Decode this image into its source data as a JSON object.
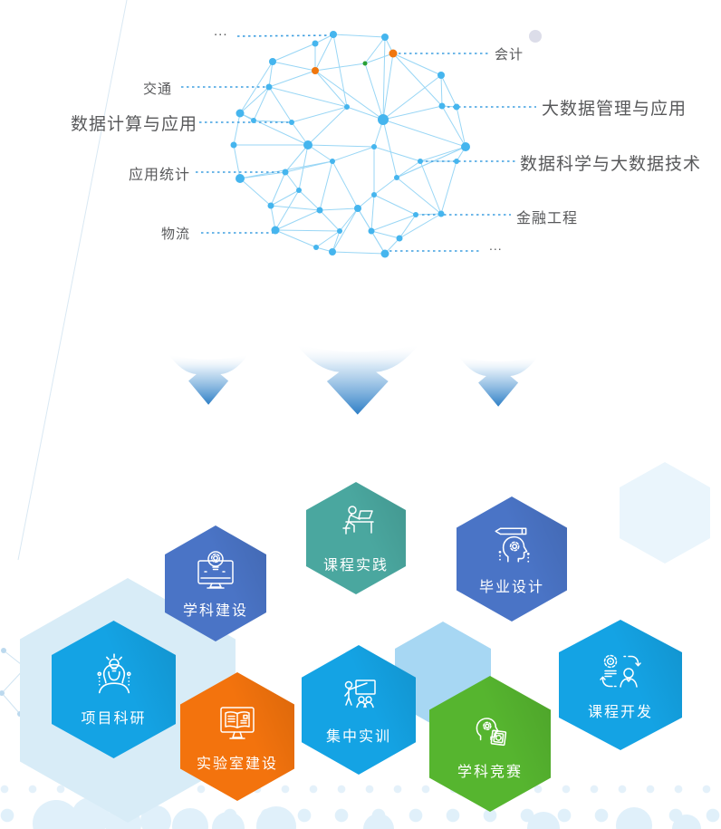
{
  "network": {
    "labels_left": [
      "...",
      "交通",
      "数据计算与应用",
      "应用统计",
      "物流"
    ],
    "labels_right": [
      "会计",
      "大数据管理与应用",
      "数据科学与大数据技术",
      "金融工程",
      "..."
    ],
    "colors": {
      "node_blue": "#45b5ee",
      "edge_blue": "#8ed2f4",
      "highlight_orange": "#f0760d",
      "highlight_green": "#2aa035",
      "leader_line_blue": "#3f9fe0",
      "label_gray": "#58595b"
    }
  },
  "arrows": {
    "count": 3,
    "gradient_top": "#ffffff",
    "gradient_bottom": "#2e7fc6"
  },
  "hexagons": [
    {
      "label": "学科建设",
      "color": "#4a74c6",
      "icon": "monitor-bulb-icon"
    },
    {
      "label": "课程实践",
      "color": "#4aa79f",
      "icon": "person-laptop-icon"
    },
    {
      "label": "毕业设计",
      "color": "#4a74c6",
      "icon": "head-gear-pencil-icon"
    },
    {
      "label": "项目科研",
      "color": "#14a3e4",
      "icon": "person-idea-icon"
    },
    {
      "label": "实验室建设",
      "color": "#f3730d",
      "icon": "monitor-book-icon"
    },
    {
      "label": "集中实训",
      "color": "#14a3e4",
      "icon": "trainer-board-icon"
    },
    {
      "label": "学科竞赛",
      "color": "#56b52f",
      "icon": "head-gear-badge-icon"
    },
    {
      "label": "课程开发",
      "color": "#14a3e4",
      "icon": "gear-person-sync-icon"
    }
  ],
  "decor": {
    "pale_hex_colors": [
      "#d8ecf7",
      "#a7d7f3",
      "#eaf5fc"
    ],
    "dot_color": "#e4f1fa",
    "diagonal_line_color": "#d9e8f3"
  }
}
